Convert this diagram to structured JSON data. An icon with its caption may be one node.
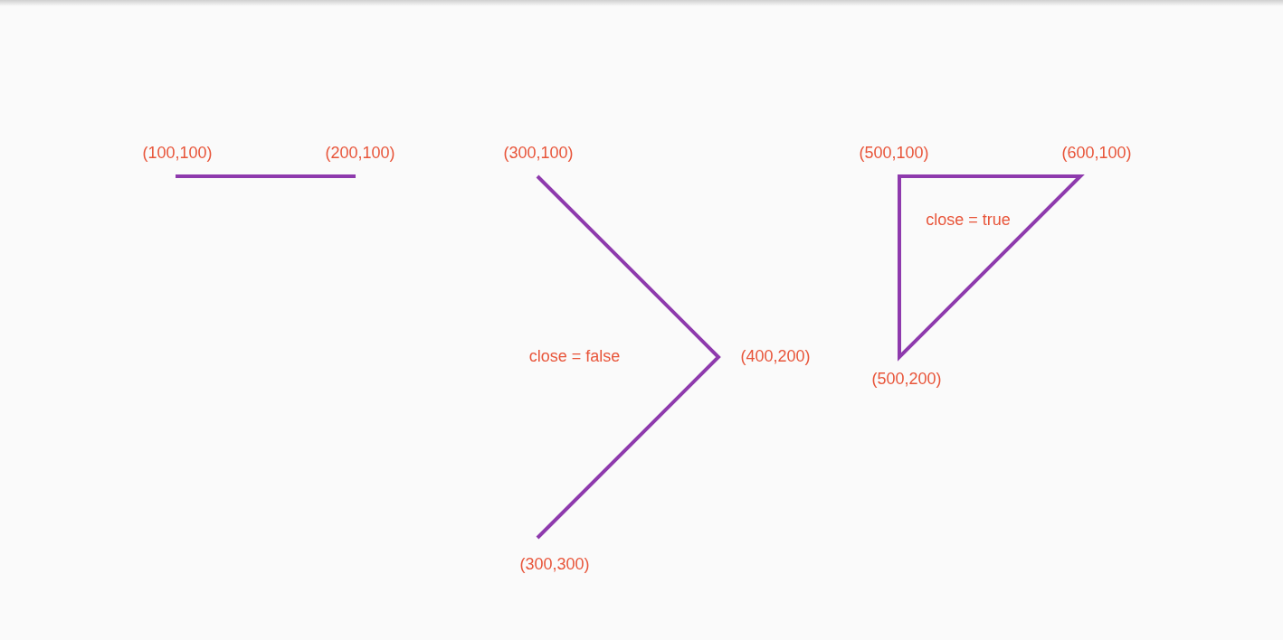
{
  "diagram": {
    "labels": [
      "(100,100)",
      "(200,100)",
      "(300,100)",
      "(500,100)",
      "(600,100)",
      "close = true",
      "close = false",
      "(400,200)",
      "(500,200)",
      "(300,300)"
    ]
  }
}
